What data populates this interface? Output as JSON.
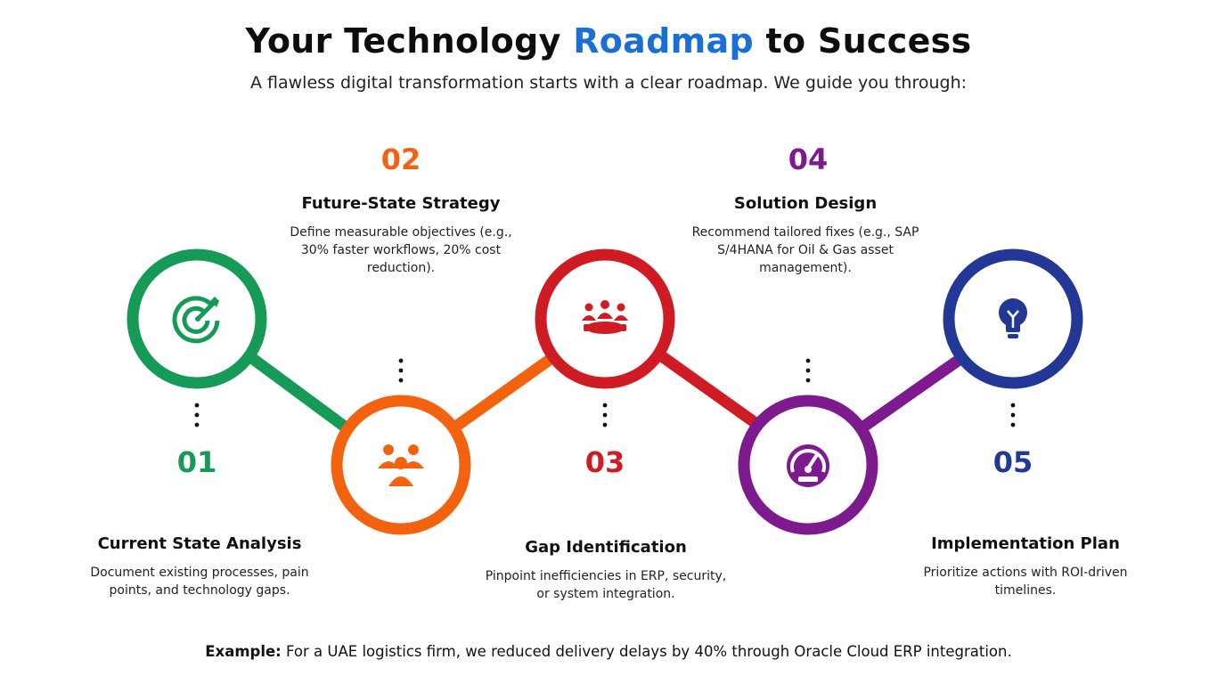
{
  "header": {
    "title_pre": "Your Technology ",
    "title_accent": "Roadmap",
    "title_post": " to Success",
    "subtitle": "A flawless digital transformation starts with a clear roadmap. We guide you through:"
  },
  "colors": {
    "accent": "#1a6fd6",
    "step1": "#159a57",
    "step2": "#f2620f",
    "step3": "#cf1b23",
    "step4": "#7d1a8e",
    "step5": "#223796"
  },
  "steps": [
    {
      "number": "01",
      "title": "Current State Analysis",
      "description": "Document existing processes, pain points, and technology gaps.",
      "icon": "target-icon"
    },
    {
      "number": "02",
      "title": "Future-State Strategy",
      "description": "Define measurable objectives (e.g., 30% faster workflows, 20% cost reduction).",
      "icon": "team-icon"
    },
    {
      "number": "03",
      "title": "Gap Identification",
      "description": "Pinpoint inefficiencies in ERP, security, or system integration.",
      "icon": "meeting-icon"
    },
    {
      "number": "04",
      "title": "Solution Design",
      "description": "Recommend tailored fixes (e.g., SAP S/4HANA for Oil & Gas asset management).",
      "icon": "speedometer-icon"
    },
    {
      "number": "05",
      "title": "Implementation Plan",
      "description": "Prioritize actions with ROI-driven timelines.",
      "icon": "lightbulb-icon"
    }
  ],
  "example": {
    "label": "Example:",
    "text": " For a UAE logistics firm, we reduced delivery delays by 40% through Oracle Cloud ERP integration."
  }
}
